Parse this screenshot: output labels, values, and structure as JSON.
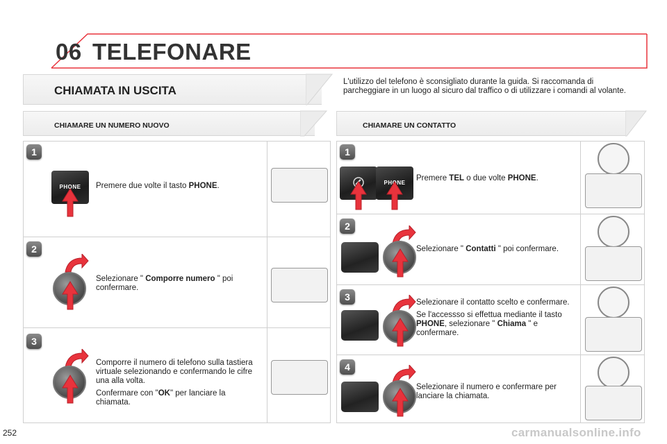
{
  "header": {
    "chapter_number": "06",
    "title": "TELEFONARE"
  },
  "section": {
    "title": "CHIAMATA IN USCITA"
  },
  "intro": "L'utilizzo del telefono è sconsigliato durante la guida. Si raccomanda di parcheggiare in un luogo al sicuro dal traffico o di utilizzare i comandi al volante.",
  "left": {
    "heading": "CHIAMARE UN NUMERO NUOVO",
    "steps": [
      {
        "num": "1",
        "t1": "Premere due volte il tasto ",
        "b1": "PHONE",
        "t2": "."
      },
      {
        "num": "2",
        "t1": "Selezionare \" ",
        "b1": "Comporre numero",
        "t2": " \" poi confermare."
      },
      {
        "num": "3",
        "p1": "Comporre il numero di telefono sulla tastiera virtuale selezionando e confermando le cifre una alla volta.",
        "t1": "Confermare con \"",
        "b1": "OK",
        "t2": "\" per lanciare la chiamata."
      }
    ]
  },
  "right": {
    "heading": "CHIAMARE UN CONTATTO",
    "steps": [
      {
        "num": "1",
        "t1": "Premere ",
        "b1": "TEL",
        "t2": " o due volte ",
        "b2": "PHONE",
        "t3": "."
      },
      {
        "num": "2",
        "t1": "Selezionare \" ",
        "b1": "Contatti",
        "t2": " \" poi confermare."
      },
      {
        "num": "3",
        "p1": "Selezionare il contatto scelto e confermare.",
        "t1": "Se l'accessso si effettua mediante il tasto ",
        "b1": "PHONE",
        "t2": ", selezionare \" ",
        "b2": "Chiama",
        "t3": " \" e confermare."
      },
      {
        "num": "4",
        "p1": "Selezionare il numero e confermare per lanciare la chiamata."
      }
    ]
  },
  "button_label": "PHONE",
  "page_number": "252",
  "watermark": "carmanualsonline.info",
  "colors": {
    "accent": "#e8333c",
    "border": "#cfcfcf",
    "text": "#222222"
  }
}
